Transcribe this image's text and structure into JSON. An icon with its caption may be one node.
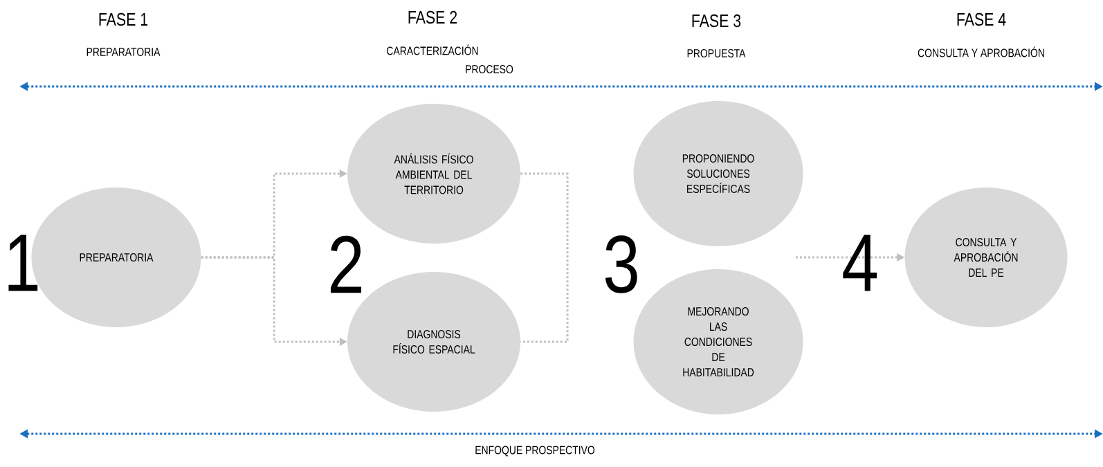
{
  "diagram": {
    "nodes": [
      {
        "text": [
          "PREPARATORIA"
        ]
      },
      {
        "text": [
          "ANÁLISIS FÍSICO AMBIENTAL DEL TERRITORIO"
        ]
      },
      {
        "text": [
          "DIAGNOSIS FÍSICO ESPACIAL"
        ]
      },
      {
        "text": [
          "PROPONIENDO SOLUCIONES ESPECÍFICAS"
        ]
      },
      {
        "text": [
          "MEJORANDO LAS CONDICIONES DE HABITABILIDAD"
        ]
      },
      {
        "text": [
          "CONSULTA Y APROBACIÓN DEL PE"
        ]
      }
    ],
    "edges": [
      {
        "from": 0,
        "to": 1,
        "arrow": "to",
        "style": "dashed"
      },
      {
        "from": 0,
        "to": 2,
        "arrow": "to",
        "style": "dashed"
      },
      {
        "from": 1,
        "to": 2,
        "arrow": "none",
        "style": "dashed"
      },
      {
        "from": null,
        "to": 5,
        "arrow": "to",
        "style": "dashed"
      }
    ],
    "labels": [
      "FASE 1",
      "PREPARATORIA",
      "FASE 2",
      "CARACTERIZACIÓN",
      "FASE 3",
      "PROPUESTA",
      "FASE 4",
      "CONSULTA Y APROBACIÓN",
      "PROCESO",
      "1",
      "2",
      "3",
      "4",
      "ENFOQUE PROSPECTIVO"
    ]
  }
}
